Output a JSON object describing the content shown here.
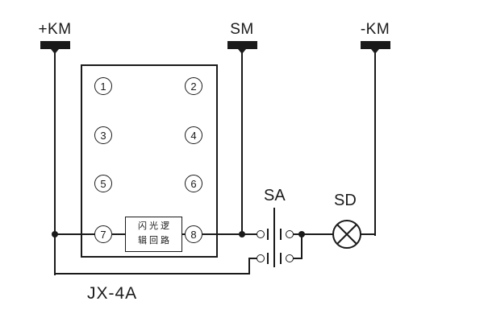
{
  "terminals": {
    "km_plus": "+KM",
    "sm": "SM",
    "km_minus": "-KM"
  },
  "relay": {
    "model": "JX-4A",
    "pins": [
      "1",
      "2",
      "3",
      "4",
      "5",
      "6",
      "7",
      "8"
    ],
    "logic_box": {
      "line1": "闪光逻",
      "line2": "辑回路"
    }
  },
  "components": {
    "switch_label": "SA",
    "lamp_label": "SD"
  },
  "colors": {
    "line": "#1a1a1a",
    "background": "#ffffff"
  }
}
